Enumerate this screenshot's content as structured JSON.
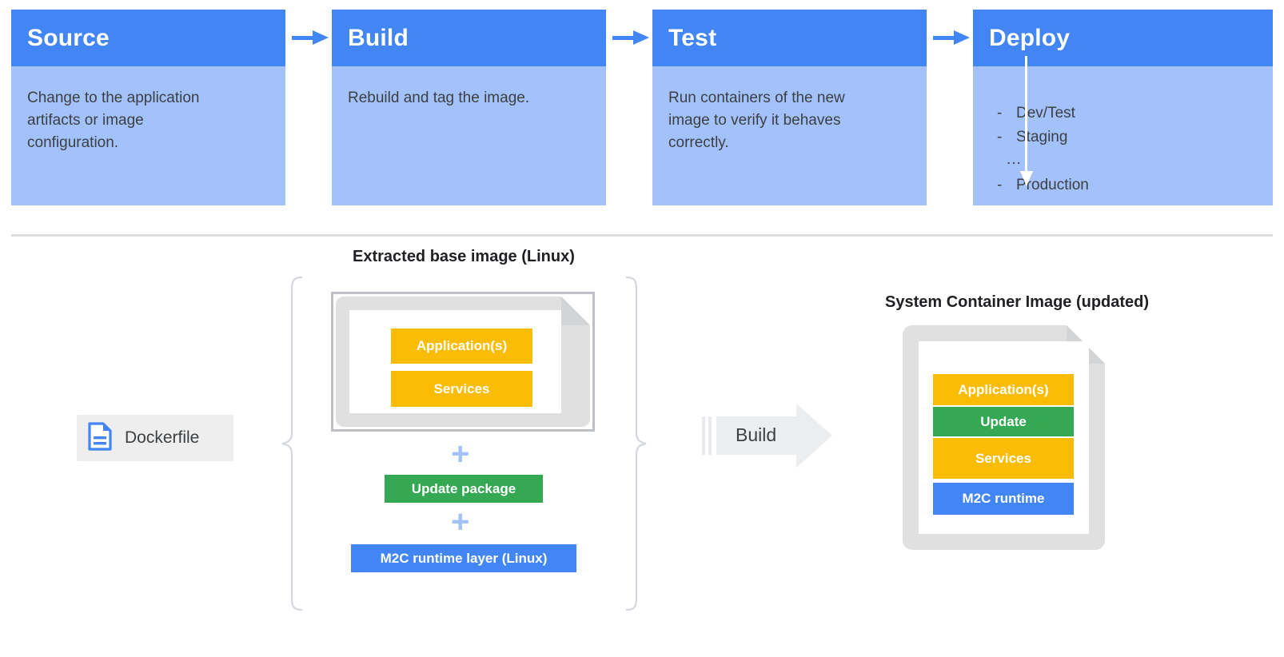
{
  "pipeline": {
    "arrow_icon": "arrow-right-icon",
    "stages": [
      {
        "title": "Source",
        "lines": [
          "Change to the application",
          "artifacts or image",
          "configuration."
        ]
      },
      {
        "title": "Build",
        "lines": [
          "Rebuild and tag the image."
        ]
      },
      {
        "title": "Test",
        "lines": [
          "Run containers of the new",
          "image to verify it behaves",
          "correctly."
        ]
      }
    ],
    "deploy": {
      "title": "Deploy",
      "arrow_icon": "arrow-down-icon",
      "items": [
        {
          "marker": "-",
          "label": "Dev/Test"
        },
        {
          "marker": "-",
          "label": "Staging"
        },
        {
          "marker": "...",
          "label": ""
        },
        {
          "marker": "-",
          "label": "Production"
        }
      ]
    }
  },
  "build_section": {
    "left_caption": "Extracted base image (Linux)",
    "right_caption": "System Container Image (updated)",
    "dockerfile": {
      "label": "Dockerfile",
      "icon": "document-icon"
    },
    "build_arrow": {
      "label": "Build",
      "icon": "block-arrow-right-icon"
    },
    "plus_symbol": "+",
    "base_image_layers": [
      {
        "label": "Application(s)",
        "color": "#FABC05"
      },
      {
        "label": "Services",
        "color": "#FABC05"
      }
    ],
    "added_layers": [
      {
        "label": "Update package",
        "color": "#34A853"
      },
      {
        "label": "M2C runtime layer (Linux)",
        "color": "#4285F4"
      }
    ],
    "result_layers": [
      {
        "label": "Application(s)",
        "color": "#FABC05"
      },
      {
        "label": "Update",
        "color": "#34A853"
      },
      {
        "label": "Services",
        "color": "#FABC05"
      },
      {
        "label": "M2C runtime",
        "color": "#4285F4"
      }
    ]
  },
  "colors": {
    "header_blue": "#4285F4",
    "body_blue": "#A3C2FB",
    "amber": "#FABC05",
    "green": "#34A853",
    "blue": "#4285F4",
    "gray_border": "#BDC1C6",
    "doc_gray": "#E0E0E0",
    "divider": "#DADCE0",
    "text_dark": "#3C4043"
  }
}
